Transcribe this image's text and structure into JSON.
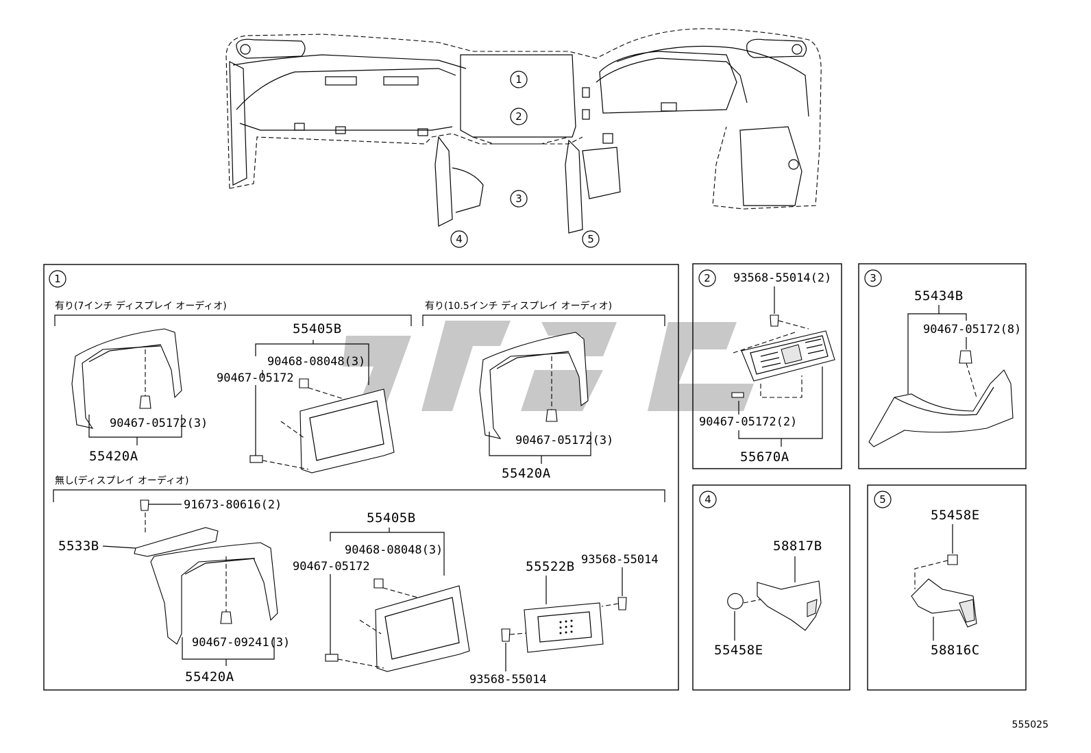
{
  "callouts": {
    "c1": "1",
    "c2": "2",
    "c3": "3",
    "c4": "4",
    "c5": "5"
  },
  "panel1": {
    "badge": "1",
    "group_a_note": "有り(7インチ ディスプレイ オーディオ)",
    "group_b_note": "有り(10.5インチ ディスプレイ オーディオ)",
    "group_c_note": "無し(ディスプレイ オーディオ)",
    "a_clip": "90467-05172(3)",
    "a_part": "55420A",
    "frame_part_top": "55405B",
    "frame_clip_a": "90468-08048(3)",
    "frame_clip_b": "90467-05172",
    "b_clip": "90467-05172(3)",
    "b_part": "55420A",
    "c_bolt": "91673-80616(2)",
    "c_bracket": "5533B",
    "c_clip": "90467-09241(3)",
    "c_part": "55420A",
    "frame_part_bottom": "55405B",
    "frame2_clip_a": "90468-08048(3)",
    "frame2_clip_b": "90467-05172",
    "display_part": "55522B",
    "display_screw_top": "93568-55014",
    "display_screw_bottom": "93568-55014"
  },
  "panel2": {
    "badge": "2",
    "screw": "93568-55014(2)",
    "clip": "90467-05172(2)",
    "part": "55670A"
  },
  "panel3": {
    "badge": "3",
    "part": "55434B",
    "clip": "90467-05172(8)"
  },
  "panel4": {
    "badge": "4",
    "part": "58817B",
    "clip": "55458E"
  },
  "panel5": {
    "badge": "5",
    "clip": "55458E",
    "part": "58816C"
  },
  "footer": {
    "diagram_code": "555025"
  }
}
